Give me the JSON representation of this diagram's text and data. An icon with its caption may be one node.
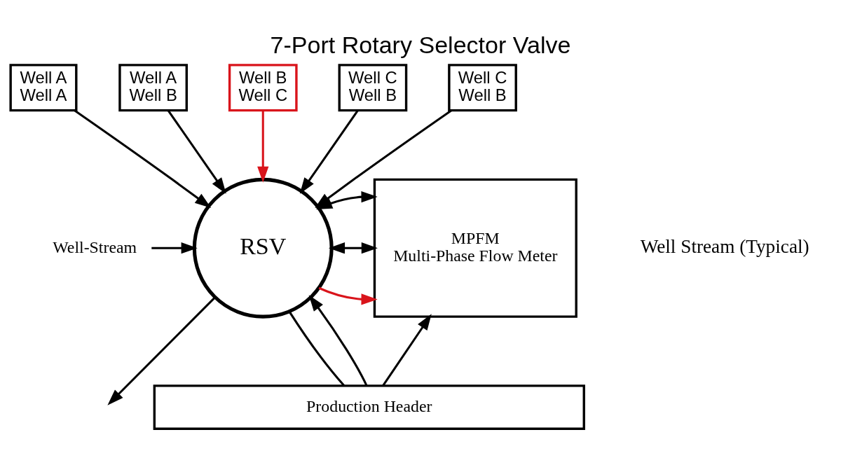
{
  "diagram": {
    "title": "7-Port Rotary Selector Valve",
    "nodes": [
      {
        "text": [
          "Well A",
          "Well A"
        ]
      },
      {
        "text": [
          "Well A",
          "Well B"
        ]
      },
      {
        "text": [
          "Well B",
          "Well C"
        ]
      },
      {
        "text": [
          "Well C",
          "Well B"
        ]
      },
      {
        "text": [
          "Well C",
          "Well B"
        ]
      },
      {
        "text": [
          "RSV"
        ]
      },
      {
        "text": [
          "MPFM",
          "Multi-Phase Flow Meter"
        ]
      },
      {
        "text": [
          "Production Header"
        ]
      },
      {
        "text": [
          "Well-Stream"
        ]
      }
    ],
    "edges": [
      {
        "from": 0,
        "to": 5,
        "arrow": "to"
      },
      {
        "from": 1,
        "to": 5,
        "arrow": "to"
      },
      {
        "from": 2,
        "to": 5,
        "arrow": "to",
        "color": "#d9141b"
      },
      {
        "from": 3,
        "to": 5,
        "arrow": "to"
      },
      {
        "from": 4,
        "to": 5,
        "arrow": "to"
      },
      {
        "from": 8,
        "to": 5,
        "arrow": "to"
      },
      {
        "from": 5,
        "to": 6,
        "arrow": "to",
        "color": "#d9141b"
      },
      {
        "from": 5,
        "to": 6,
        "arrow": "both"
      },
      {
        "from": 5,
        "to": null,
        "arrow": "to"
      },
      {
        "from": 5,
        "to": 6,
        "arrow": "both"
      },
      {
        "from": 5,
        "to": 7,
        "arrow": "none"
      },
      {
        "from": 7,
        "to": 5,
        "arrow": "to"
      },
      {
        "from": 7,
        "to": 6,
        "arrow": "to"
      }
    ],
    "labels": [
      "Well Stream (Typical)"
    ]
  }
}
